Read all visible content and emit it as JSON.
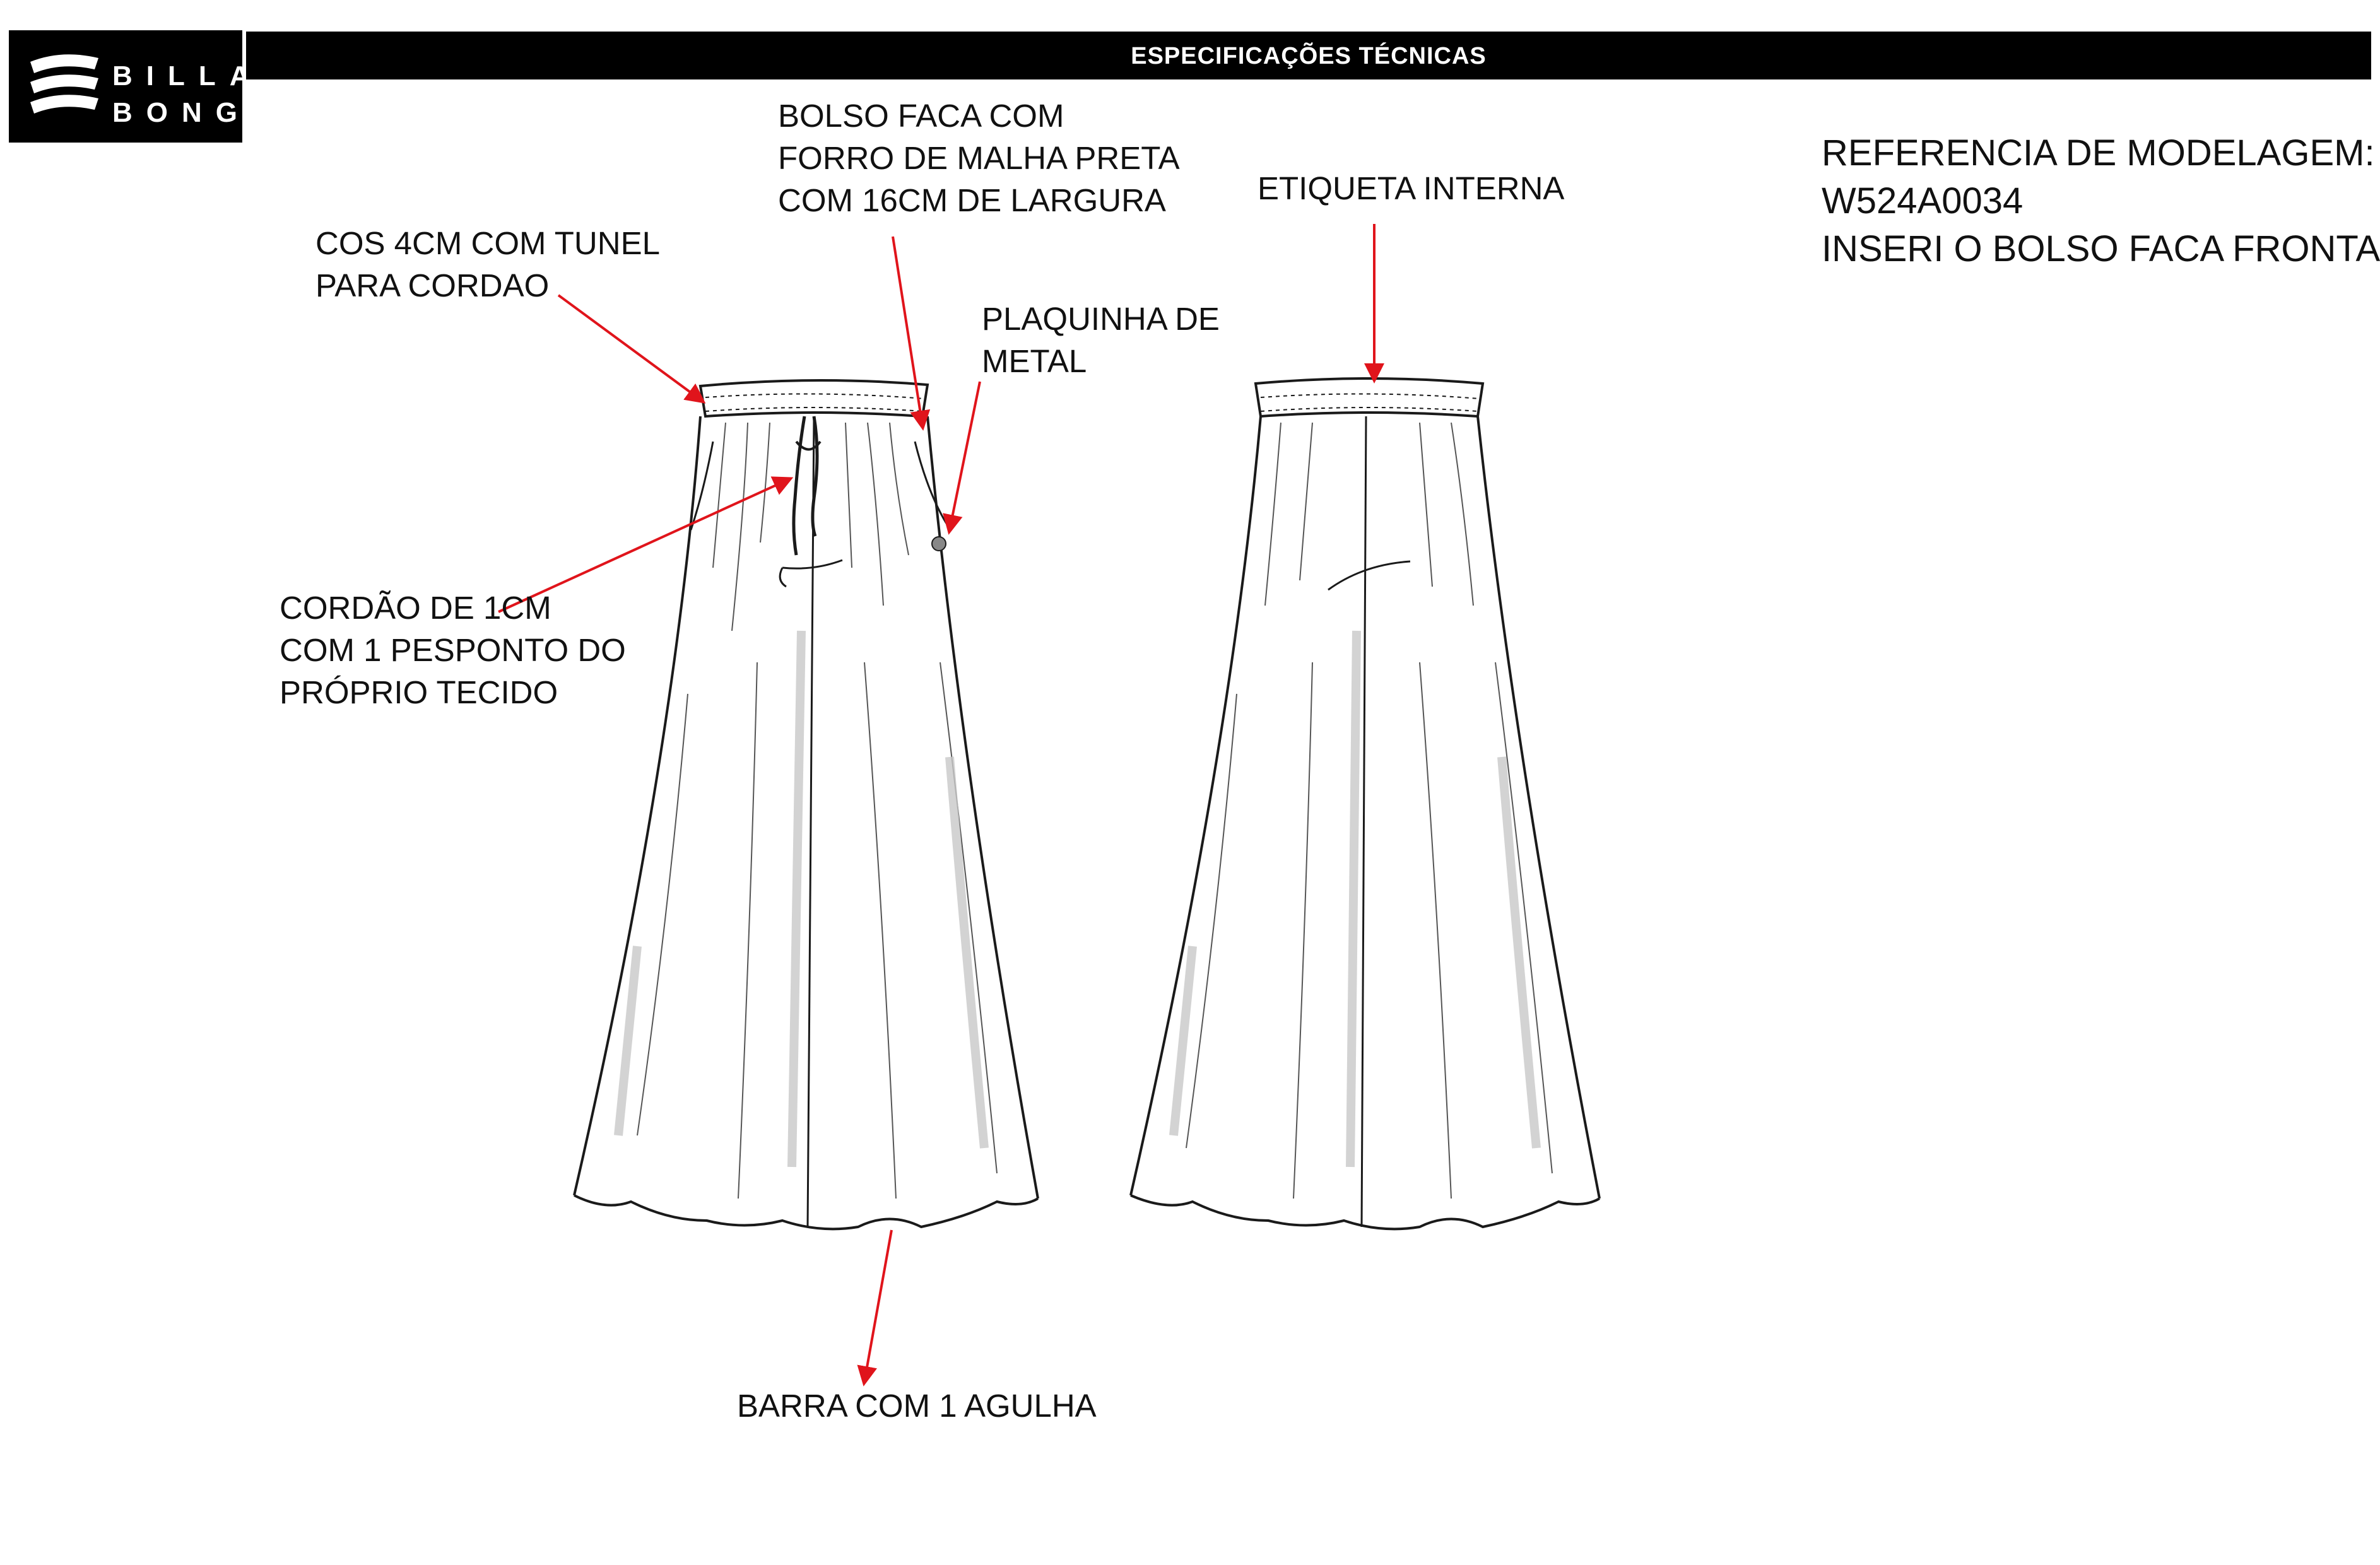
{
  "brand": {
    "logo_lines": [
      "BILLA",
      "BONG"
    ]
  },
  "header": {
    "title": "ESPECIFICAÇÕES TÉCNICAS"
  },
  "annotations": {
    "cos": [
      "COS 4CM COM TUNEL",
      "PARA CORDAO"
    ],
    "bolso": [
      "BOLSO FACA COM",
      "FORRO DE MALHA PRETA",
      "COM 16CM DE LARGURA"
    ],
    "plaquinha": [
      "PLAQUINHA DE",
      "METAL"
    ],
    "cordao": [
      "CORDÃO DE 1CM",
      "COM 1 PESPONTO DO",
      "PRÓPRIO TECIDO"
    ],
    "barra": [
      "BARRA COM 1 AGULHA"
    ],
    "etiqueta": [
      "ETIQUETA INTERNA"
    ]
  },
  "reference": {
    "lines": [
      "REFERENCIA DE MODELAGEM:",
      "W524A0034",
      "INSERI O BOLSO FACA FRONTAL"
    ]
  },
  "colors": {
    "arrow": "#e0141b",
    "header": "#000000",
    "sketch_line": "#1a1a1a",
    "shade": "#c8c8c8"
  }
}
